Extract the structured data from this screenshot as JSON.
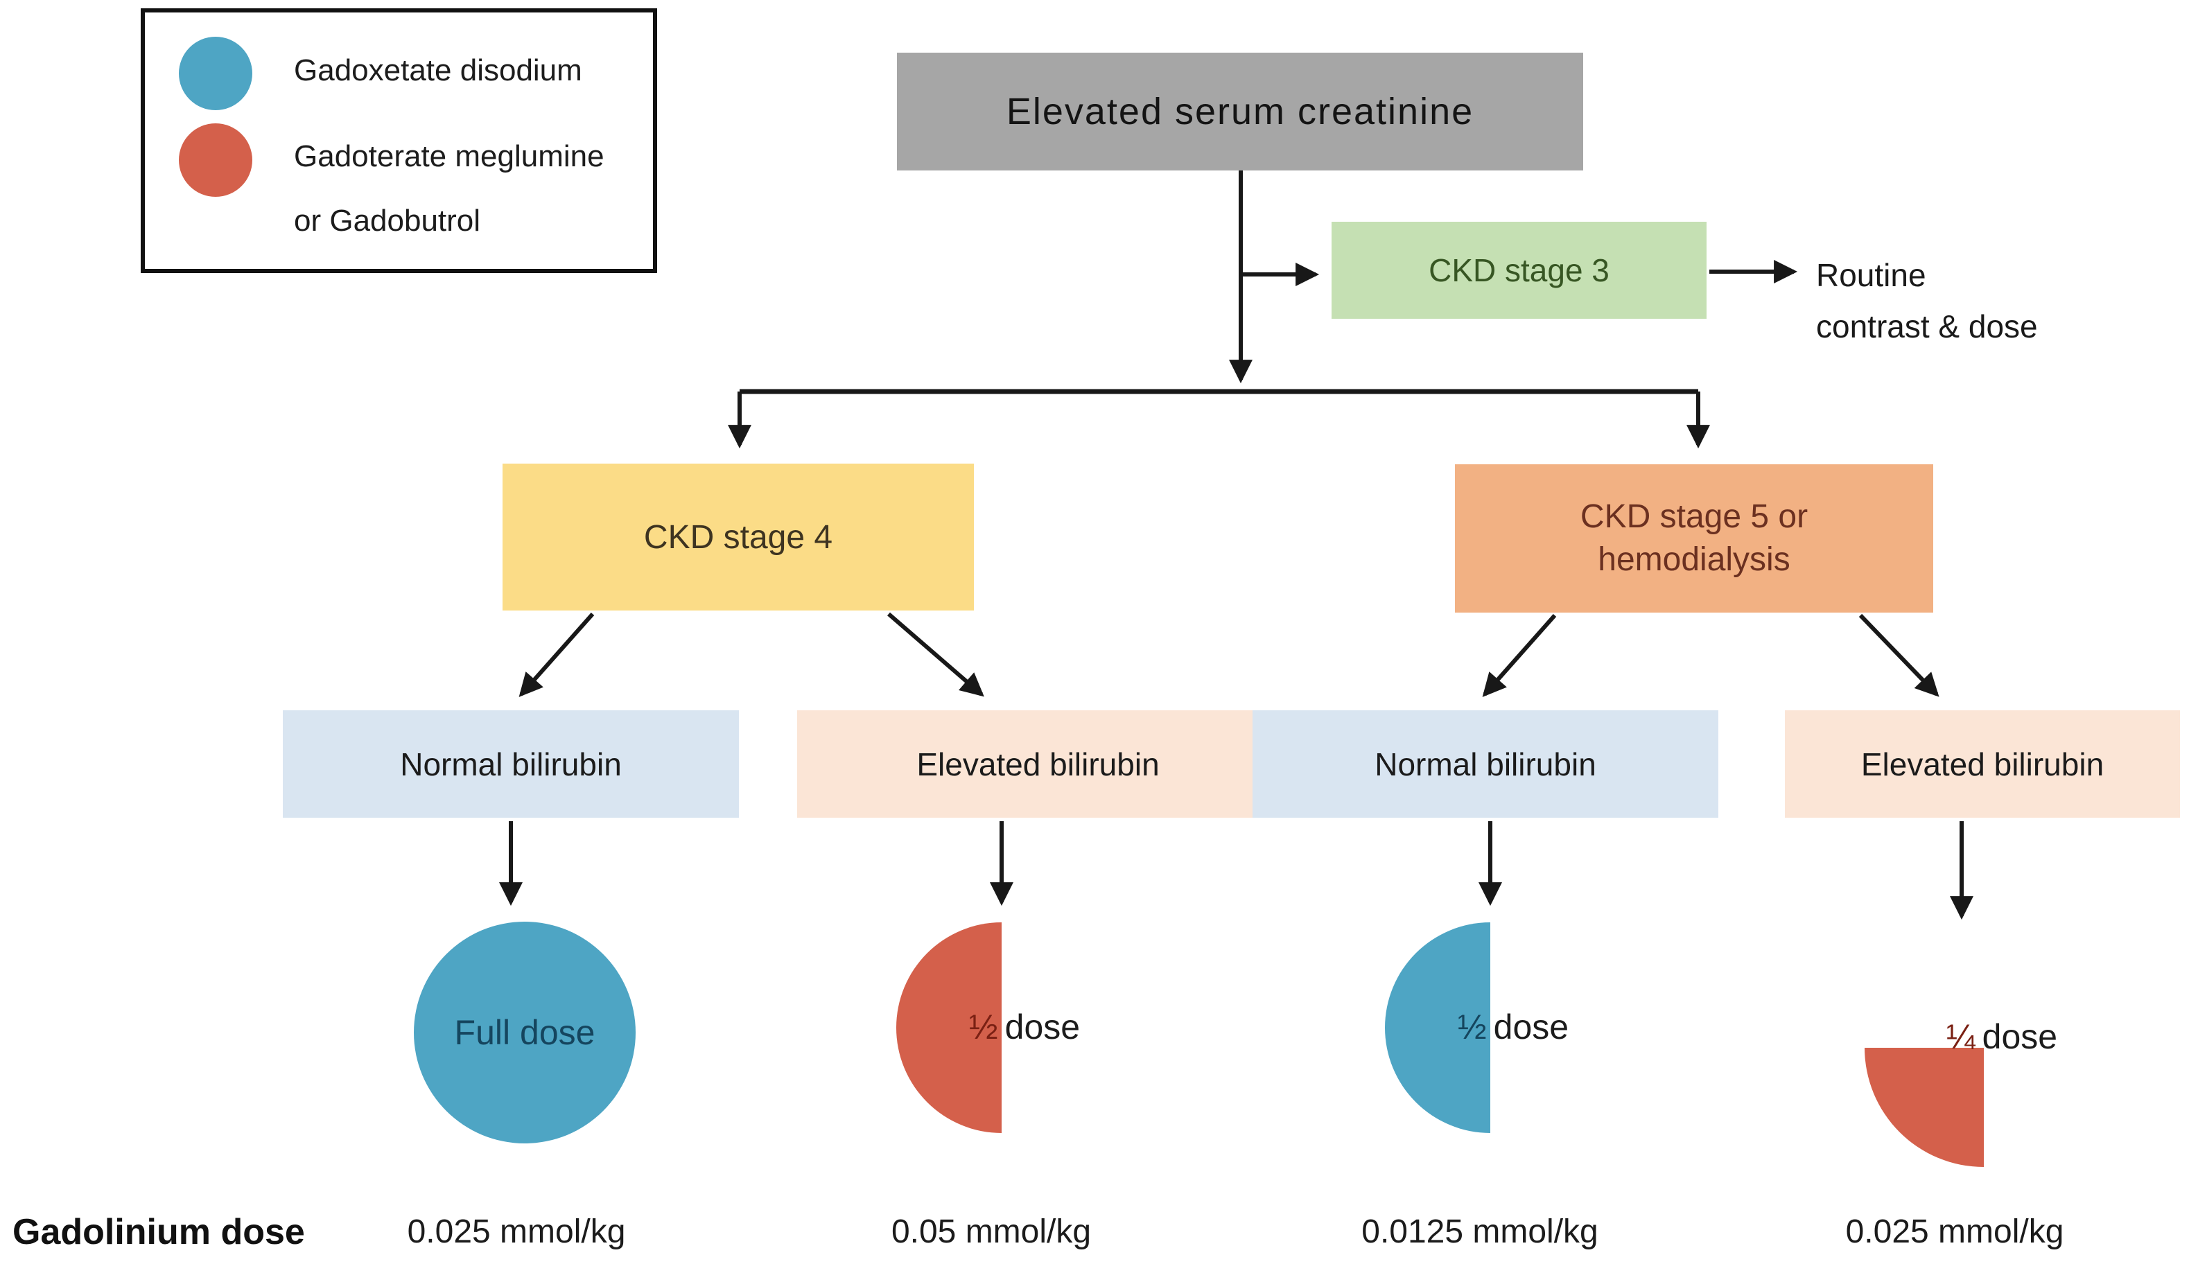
{
  "legend": {
    "items": [
      {
        "label": "Gadoxetate disodium",
        "swatch": "blue-circle",
        "color": "#4ea5c4"
      },
      {
        "line1": "Gadoterate meglumine",
        "line2": "or Gadobutrol",
        "swatch": "red-circle",
        "color": "#d4604b"
      }
    ]
  },
  "nodes": {
    "root": {
      "label": "Elevated serum creatinine",
      "bg": "#a6a6a6"
    },
    "ckd3": {
      "label": "CKD stage 3",
      "bg": "#c5e0b3"
    },
    "routine": {
      "line1": "Routine",
      "line2": "contrast & dose"
    },
    "ckd4": {
      "label": "CKD stage 4",
      "bg": "#fbdc87"
    },
    "ckd5": {
      "line1": "CKD stage 5 or",
      "line2": "hemodialysis",
      "bg": "#f2b183"
    },
    "bilirubin": [
      {
        "label": "Normal bilirubin",
        "bg": "#d9e5f1"
      },
      {
        "label": "Elevated bilirubin",
        "bg": "#fbe5d6"
      },
      {
        "label": "Normal bilirubin",
        "bg": "#d9e5f1"
      },
      {
        "label": "Elevated bilirubin",
        "bg": "#fbe5d6"
      }
    ]
  },
  "doses": [
    {
      "shape": "full-circle",
      "color": "#4ea5c4",
      "label": "Full dose",
      "value": "0.025 mmol/kg"
    },
    {
      "shape": "half-circle",
      "color": "#d4604b",
      "fraction": "½",
      "label": "dose",
      "value": "0.05 mmol/kg"
    },
    {
      "shape": "half-circle",
      "color": "#4ea5c4",
      "fraction": "½",
      "label": "dose",
      "value": "0.0125 mmol/kg"
    },
    {
      "shape": "quarter-circle",
      "color": "#d4604b",
      "fraction": "¼",
      "label": "dose",
      "value": "0.025 mmol/kg"
    }
  ],
  "footer": {
    "label": "Gadolinium dose"
  },
  "style": {
    "arrow_color": "#181818",
    "background": "#ffffff"
  }
}
